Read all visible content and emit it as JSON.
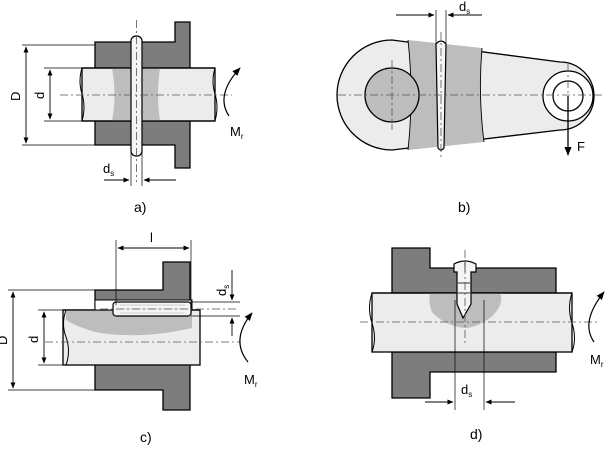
{
  "colors": {
    "hub": "#7d7d7d",
    "shaft": "#ececec",
    "bore": "#bdbdbd",
    "pin": "#f4f4f4",
    "line": "#000000",
    "centerline": "#555555"
  },
  "panels": [
    {
      "caption": "a)",
      "labels": {
        "D": "D",
        "d": "d",
        "ds_main": "d",
        "ds_sub": "s",
        "m_main": "M",
        "m_sub": "r"
      }
    },
    {
      "caption": "b)",
      "labels": {
        "ds_main": "d",
        "ds_sub": "s",
        "force": "F"
      }
    },
    {
      "caption": "c)",
      "labels": {
        "l": "l",
        "D": "D",
        "d": "d",
        "ds_main": "d",
        "ds_sub": "s",
        "m_main": "M",
        "m_sub": "r"
      }
    },
    {
      "caption": "d)",
      "labels": {
        "ds_main": "d",
        "ds_sub": "s",
        "m_main": "M",
        "m_sub": "r"
      }
    }
  ]
}
